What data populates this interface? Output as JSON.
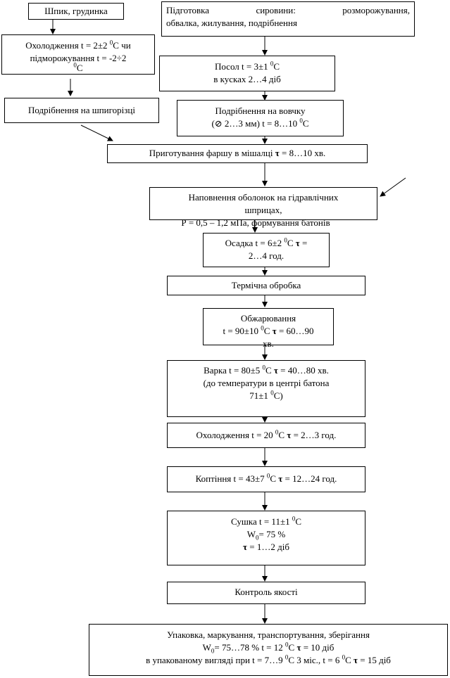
{
  "nodes": {
    "raw_fat": {
      "text": "Шпик, грудинка"
    },
    "prep": {
      "line1": "Підготовка сировини: розморожування,",
      "line2": "обвалка, жилування, подрібнення"
    },
    "cool": {
      "line1_pre": "Охолодження t = 2±2 ",
      "deg": "0",
      "line1_post": "С чи",
      "line2": "підморожування t = -2÷2",
      "line3_deg": "0",
      "line3_post": "С"
    },
    "salt": {
      "line1_pre": "Посол t = 3±1 ",
      "deg": "0",
      "line1_post": "С",
      "line2": "в кусках 2…4 діб"
    },
    "chop_fat": {
      "text": "Подрібнення на шпигорізці"
    },
    "mince": {
      "line1": "Подрібнення на вовчку",
      "line2_pre": "(⊘ 2…3 мм) t = 8…10 ",
      "deg": "0",
      "line2_post": "С"
    },
    "mix": {
      "pre": "Приготування фаршу в мішалці ",
      "tau": "τ",
      "post": " = 8…10 хв."
    },
    "fill": {
      "line1": "Наповнення оболонок на гідравлічних",
      "line2": "шприцах,",
      "line3": "Р = 0,5 – 1,2 мПа, формування батонів"
    },
    "settle": {
      "line1_pre": "Осадка t = 6±2 ",
      "deg": "0",
      "line1_mid": "С ",
      "tau": "τ",
      "line1_post": " =",
      "line2": "2…4 год."
    },
    "thermal": {
      "text": "Термічна обробка"
    },
    "roast": {
      "line1": "Обжарювання",
      "line2_pre": "t = 90±10 ",
      "deg": "0",
      "line2_mid": "С ",
      "tau": "τ",
      "line2_post": " = 60…90",
      "line3": "хв."
    },
    "boil": {
      "line1_pre": "Варка t = 80±5 ",
      "deg": "0",
      "line1_mid": "С ",
      "tau": "τ",
      "line1_post": " = 40…80 хв.",
      "line2": "(до температури в центрі батона",
      "line3_pre": "71±1 ",
      "line3_deg": "0",
      "line3_post": "С)"
    },
    "cool2": {
      "pre": "Охолодження t = 20 ",
      "deg": "0",
      "mid": "С ",
      "tau": "τ",
      "post": " = 2…3 год."
    },
    "smoke": {
      "pre": "Коптіння t = 43±7 ",
      "deg": "0",
      "mid": "С ",
      "tau": "τ",
      "post": " = 12…24 год."
    },
    "dry": {
      "line1_pre": "Сушка t = 11±1 ",
      "deg": "0",
      "line1_post": "С",
      "line2_pre": "W",
      "sub": "0",
      "line2_post": "= 75 %",
      "tau": "τ",
      "line3_post": " = 1…2 діб"
    },
    "quality": {
      "text": "Контроль якості"
    },
    "pack": {
      "line1": "Упаковка, маркування, транспортування, зберігання",
      "line2_pre": "W",
      "sub": "0",
      "line2_mid": "= 75…78 %  t = 12 ",
      "deg": "0",
      "line2_mid2": "С ",
      "tau": "τ",
      "line2_post": " = 10 діб",
      "line3_pre": "в упакованому вигляді при t = 7…9 ",
      "line3_deg1": "0",
      "line3_mid": "С 3 міс., t = 6 ",
      "line3_deg2": "0",
      "line3_mid2": "С ",
      "line3_tau": "τ",
      "line3_post": " = 15 діб"
    }
  }
}
